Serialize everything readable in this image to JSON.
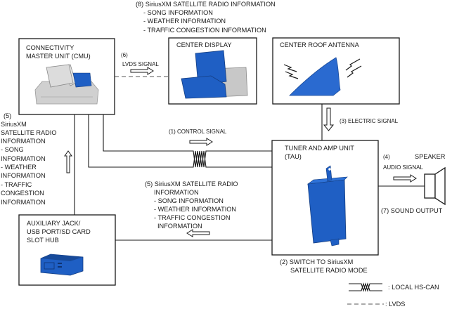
{
  "title_note": {
    "heading": "(8) SiriusXM SATELLITE RADIO INFORMATION",
    "items": [
      "- SONG INFORMATION",
      "- WEATHER INFORMATION",
      "- TRAFFIC CONGESTION INFORMATION"
    ]
  },
  "components": {
    "cmu": {
      "line1": "CONNECTIVITY",
      "line2": "MASTER UNIT (CMU)"
    },
    "center_display": {
      "label": "CENTER DISPLAY"
    },
    "antenna": {
      "label": "CENTER ROOF ANTENNA"
    },
    "tau": {
      "line1": "TUNER AND AMP UNIT",
      "line2": "(TAU)"
    },
    "aux": {
      "line1": "AUXILIARY JACK/",
      "line2": "USB PORT/SD CARD",
      "line3": "SLOT HUB"
    },
    "speaker": {
      "label": "SPEAKER"
    }
  },
  "signals": {
    "s1": "(1) CONTROL SIGNAL",
    "s2": {
      "line1": "(2) SWITCH TO SiriusXM",
      "line2": "SATELLITE RADIO MODE"
    },
    "s3": "(3) ELECTRIC SIGNAL",
    "s4": {
      "num": "(4)",
      "label": "AUDIO SIGNAL"
    },
    "s5_left": [
      "(5)",
      "SiriusXM",
      "SATELLITE RADIO",
      "INFORMATION",
      "- SONG",
      "INFORMATION",
      "- WEATHER",
      "INFORMATION",
      "- TRAFFIC",
      "CONGESTION",
      "INFORMATION"
    ],
    "s5_center": [
      "(5) SiriusXM SATELLITE RADIO",
      "INFORMATION",
      "- SONG INFORMATION",
      "- WEATHER INFORMATION",
      "- TRAFFIC CONGESTION",
      "INFORMATION"
    ],
    "s6": {
      "num": "(6)",
      "label": "LVDS SIGNAL"
    },
    "s7": "(7) SOUND OUTPUT"
  },
  "legend": {
    "can": ": LOCAL HS-CAN",
    "lvds": ": LVDS"
  },
  "colors": {
    "part_blue": "#1f5fc4",
    "part_gray": "#c8c8c8",
    "line": "#1a1a1a",
    "dash": "#777777"
  }
}
